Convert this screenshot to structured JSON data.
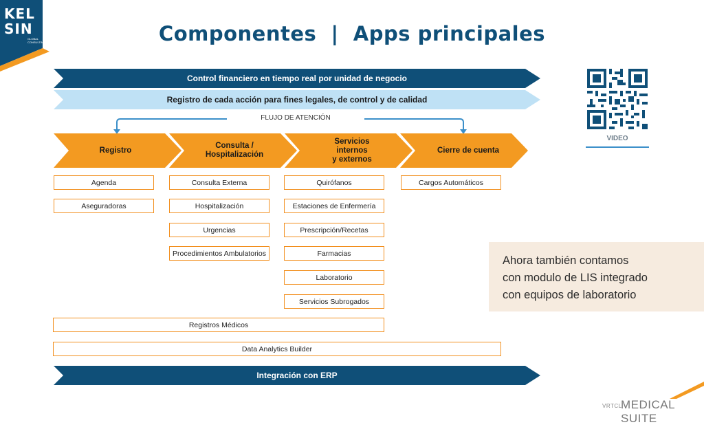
{
  "logo": {
    "line1": "KEL",
    "line2": "SIN",
    "tagline": "GLOBAL CONSULTING"
  },
  "title": "Componentes  |  Apps principales",
  "banners": {
    "top": "Control financiero en tiempo real por unidad de negocio",
    "second": "Registro de cada acción para fines legales, de control y de calidad",
    "bottom": "Integración con ERP"
  },
  "flow_label": "FLUJO DE ATENCIÓN",
  "stages": [
    {
      "label": "Registro",
      "items": [
        "Agenda",
        "Aseguradoras"
      ]
    },
    {
      "label": "Consulta /\nHospitalización",
      "items": [
        "Consulta Externa",
        "Hospitalización",
        "Urgencias",
        "Procedimientos Ambulatorios"
      ]
    },
    {
      "label": "Servicios\ninternos\ny externos",
      "items": [
        "Quirófanos",
        "Estaciones de Enfermería",
        "Prescripción/Recetas",
        "Farmacias",
        "Laboratorio",
        "Servicios Subrogados"
      ]
    },
    {
      "label": "Cierre de cuenta",
      "items": [
        "Cargos Automáticos"
      ]
    }
  ],
  "wide_boxes": {
    "records": "Registros Médicos",
    "analytics": "Data Analytics Builder"
  },
  "qr": {
    "caption": "VIDEO"
  },
  "note": {
    "lines": [
      "Ahora también contamos",
      "con modulo de LIS integrado",
      "con equipos de laboratorio"
    ]
  },
  "footer": {
    "brand_small": "VRTCL",
    "brand_big": "MEDICAL SUITE"
  },
  "colors": {
    "dark_blue": "#0f4f78",
    "light_blue": "#bfe1f5",
    "orange": "#f39a21",
    "box_border": "#f28e1c",
    "arrow_blue": "#3b8fc9",
    "note_bg": "#f6ebdf"
  }
}
